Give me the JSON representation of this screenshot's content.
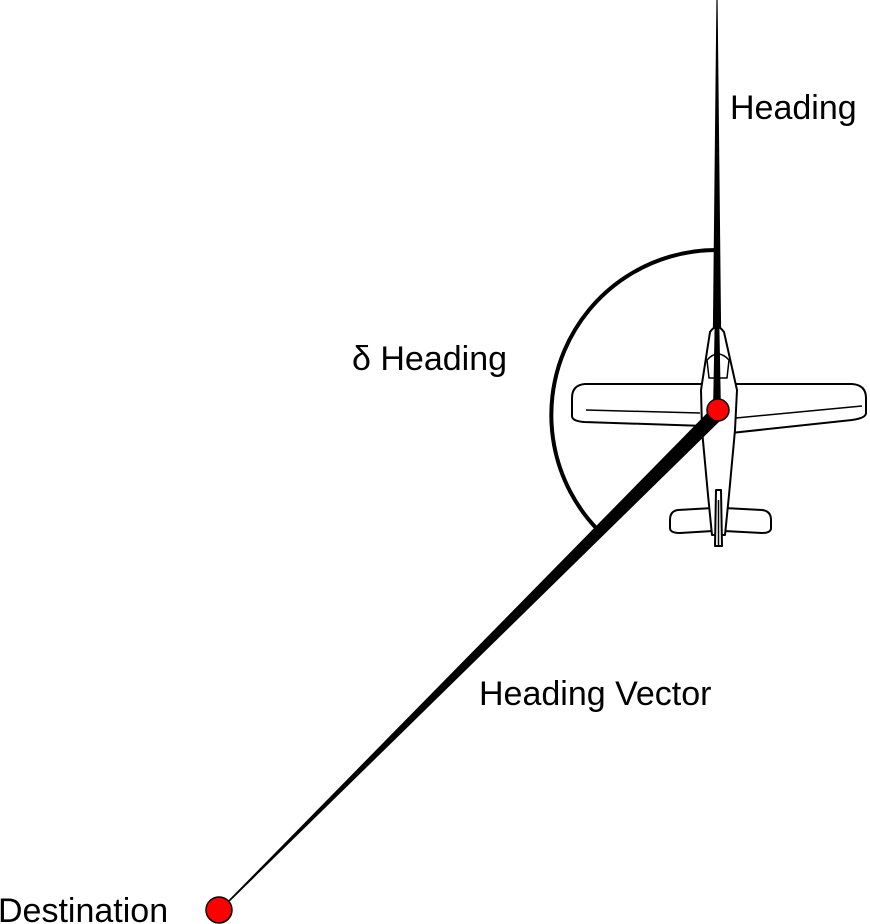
{
  "labels": {
    "heading": "Heading",
    "delta_heading": "δ Heading",
    "heading_vector": "Heading Vector",
    "destination": "Destination"
  },
  "markers": {
    "aircraft": {
      "color": "#ff0000"
    },
    "destination": {
      "color": "#ff0000"
    }
  },
  "icons": {
    "aircraft": "airplane-top-view-icon"
  }
}
